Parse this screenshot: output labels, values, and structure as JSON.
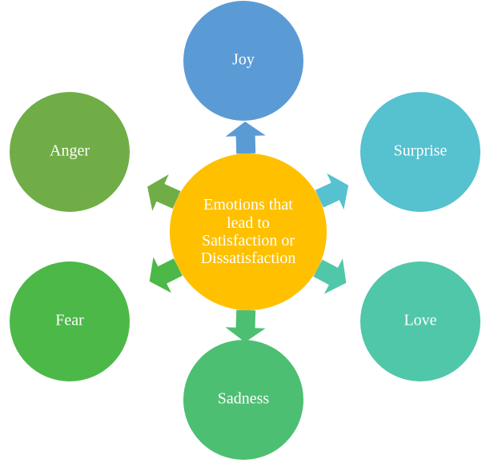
{
  "center": {
    "lines": [
      "Emotions that",
      "lead to",
      "Satisfaction or",
      "Dissatisfaction"
    ],
    "color": "#FFC000"
  },
  "nodes": [
    {
      "label": "Joy",
      "color": "#5B9BD5"
    },
    {
      "label": "Surprise",
      "color": "#56C1CF"
    },
    {
      "label": "Love",
      "color": "#50C7A8"
    },
    {
      "label": "Sadness",
      "color": "#4DBF72"
    },
    {
      "label": "Fear",
      "color": "#4CB847"
    },
    {
      "label": "Anger",
      "color": "#70AD47"
    }
  ]
}
